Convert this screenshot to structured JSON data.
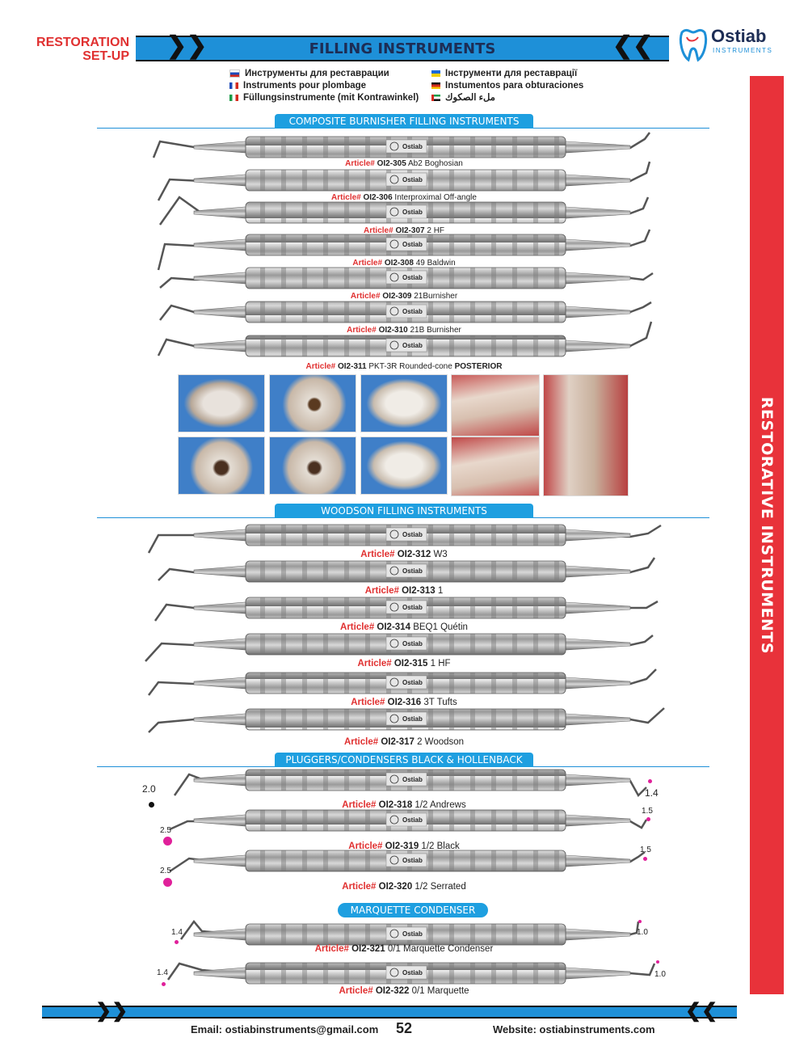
{
  "header": {
    "section_line1": "RESTORATION",
    "section_line2": "SET-UP",
    "title": "FILLING INSTRUMENTS",
    "logo_name": "Ostiab",
    "logo_sub": "INSTRUMENTS"
  },
  "languages": {
    "ru": "Инструменты для реставрации",
    "fr": "Instruments pour plombage",
    "it": "Füllungsinstrumente (mit Kontrawinkel)",
    "ua": "Інструменти для реставрації",
    "de": "Instumentos para obturaciones",
    "ar": "ملء الصكوك"
  },
  "sidebar_label": "RESTORATIVE INSTRUMENTS",
  "sections": {
    "composite": "COMPOSITE BURNISHER FILLING INSTRUMENTS",
    "woodson": "WOODSON FILLING INSTRUMENTS",
    "pluggers": "PLUGGERS/CONDENSERS BLACK & HOLLENBACK",
    "marquette": "MARQUETTE CONDENSER"
  },
  "article_label": "Article#",
  "handle_brand": "Ostiab",
  "instruments": [
    {
      "code": "OI2-305",
      "name": "Ab2 Boghosian"
    },
    {
      "code": "OI2-306",
      "name": "Interproximal Off-angle"
    },
    {
      "code": "OI2-307",
      "name": "2 HF"
    },
    {
      "code": "OI2-308",
      "name": "49 Baldwin"
    },
    {
      "code": "OI2-309",
      "name": "21Burnisher"
    },
    {
      "code": "OI2-310",
      "name": "21B Burnisher"
    },
    {
      "code": "OI2-311",
      "name": "PKT-3R Rounded-cone",
      "extra": "POSTERIOR"
    },
    {
      "code": "OI2-312",
      "name": "W3"
    },
    {
      "code": "OI2-313",
      "name": "1"
    },
    {
      "code": "OI2-314",
      "name": "BEQ1 Quétin"
    },
    {
      "code": "OI2-315",
      "name": "1 HF"
    },
    {
      "code": "OI2-316",
      "name": "3T Tufts"
    },
    {
      "code": "OI2-317",
      "name": "2 Woodson"
    },
    {
      "code": "OI2-318",
      "name": "1/2 Andrews"
    },
    {
      "code": "OI2-319",
      "name": "1/2 Black"
    },
    {
      "code": "OI2-320",
      "name": "1/2 Serrated"
    },
    {
      "code": "OI2-321",
      "name": "0/1 Marquette Condenser"
    },
    {
      "code": "OI2-322",
      "name": "0/1 Marquette"
    }
  ],
  "tip_sizes": {
    "i318_left": "2.0",
    "i318_right": "1.4",
    "i319_left": "2.5",
    "i319_right": "1.5",
    "i320_left": "2.5",
    "i320_right": "1.5",
    "i321_left": "1.4",
    "i321_right": "1.0",
    "i322_left": "1.4",
    "i322_right": "1.0"
  },
  "footer": {
    "email": "Email: ostiabinstruments@gmail.com",
    "page": "52",
    "website": "Website: ostiabinstruments.com"
  },
  "colors": {
    "accent_blue": "#1e90d8",
    "accent_red": "#e8323a",
    "article_red": "#e03030",
    "tip_dot": "#e0209a"
  }
}
